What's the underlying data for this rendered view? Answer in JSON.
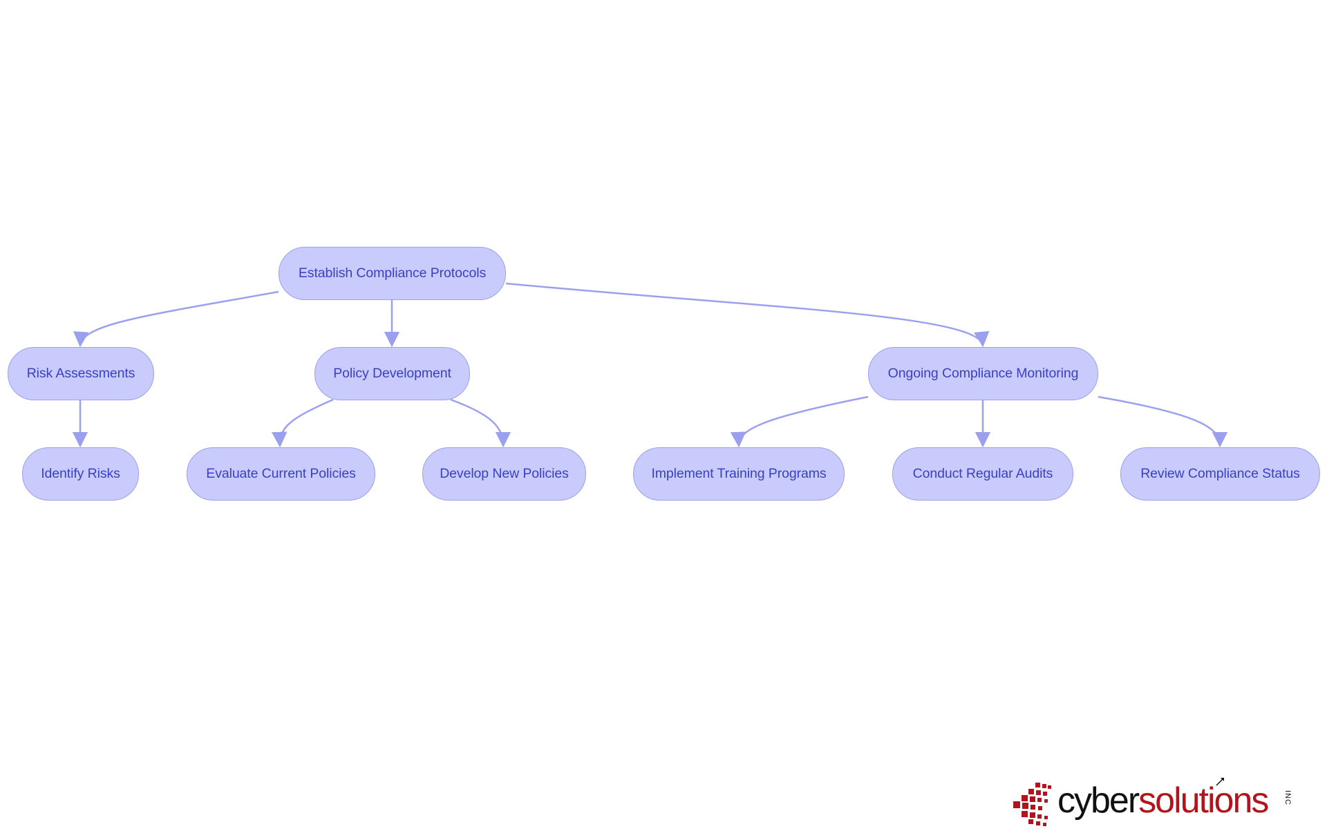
{
  "diagram": {
    "nodes": {
      "root": "Establish Compliance Protocols",
      "risk": "Risk Assessments",
      "policy": "Policy Development",
      "monitor": "Ongoing Compliance Monitoring",
      "identify": "Identify Risks",
      "evaluate": "Evaluate Current Policies",
      "develop": "Develop New Policies",
      "training": "Implement Training Programs",
      "audits": "Conduct Regular Audits",
      "review": "Review Compliance Status"
    },
    "edges": [
      [
        "root",
        "risk"
      ],
      [
        "root",
        "policy"
      ],
      [
        "root",
        "monitor"
      ],
      [
        "risk",
        "identify"
      ],
      [
        "policy",
        "evaluate"
      ],
      [
        "policy",
        "develop"
      ],
      [
        "monitor",
        "training"
      ],
      [
        "monitor",
        "audits"
      ],
      [
        "monitor",
        "review"
      ]
    ],
    "colors": {
      "node_fill": "#c8cbfb",
      "node_border": "#9aa0ee",
      "edge": "#9aa0ee",
      "text": "#3a3fc4"
    }
  },
  "logo": {
    "cyber": "cyber",
    "solutions": "solutions",
    "inc": "INC"
  }
}
